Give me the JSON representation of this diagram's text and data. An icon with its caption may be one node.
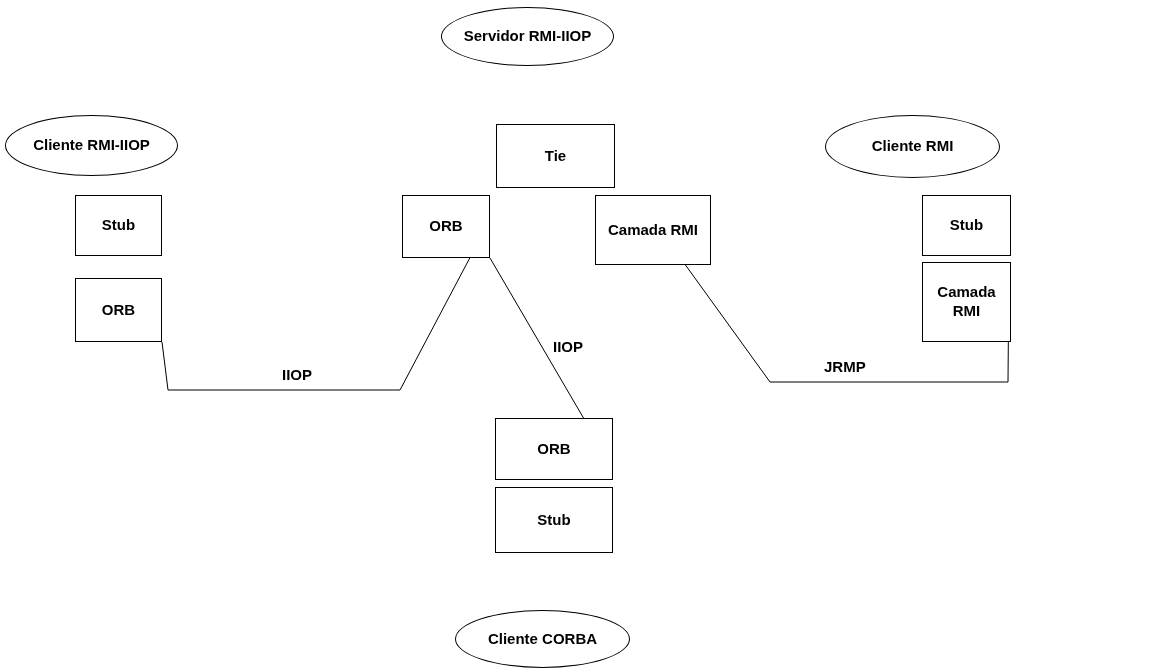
{
  "diagram": {
    "nodes": [
      {
        "text": [
          "Servidor RMI-IIOP"
        ]
      },
      {
        "text": [
          "Cliente RMI-IIOP"
        ]
      },
      {
        "text": [
          "Tie"
        ]
      },
      {
        "text": [
          "Cliente RMI"
        ]
      },
      {
        "text": [
          "Stub"
        ]
      },
      {
        "text": [
          "ORB"
        ]
      },
      {
        "text": [
          "Camada RMI"
        ]
      },
      {
        "text": [
          "Stub"
        ]
      },
      {
        "text": [
          "ORB"
        ]
      },
      {
        "text": [
          "Camada RMI"
        ]
      },
      {
        "text": [
          "ORB"
        ]
      },
      {
        "text": [
          "Stub"
        ]
      },
      {
        "text": [
          "Cliente CORBA"
        ]
      }
    ],
    "edges": [
      {
        "from": 8,
        "to": 5,
        "arrow": "none",
        "label": "IIOP"
      },
      {
        "from": 5,
        "to": 10,
        "arrow": "none",
        "label": "IIOP"
      },
      {
        "from": 6,
        "to": 9,
        "arrow": "none",
        "label": "JRMP"
      }
    ]
  }
}
